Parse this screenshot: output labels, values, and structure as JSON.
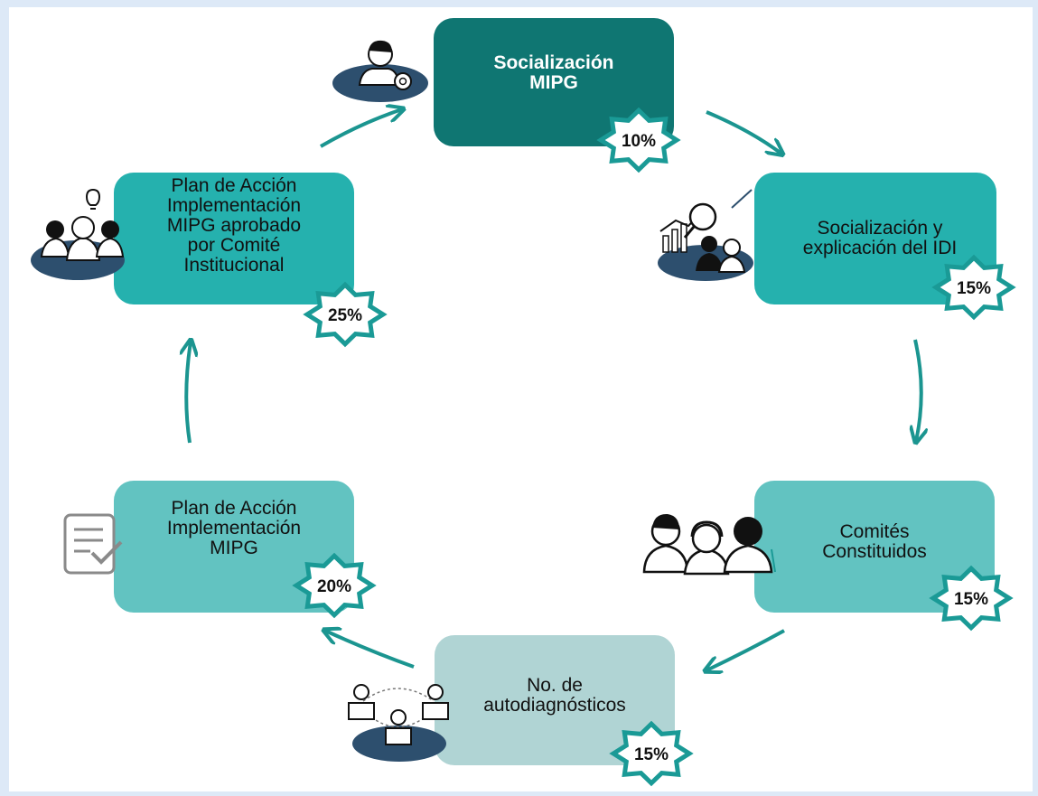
{
  "colors": {
    "dark": "#0f7672",
    "medium": "#25b1ae",
    "light": "#62c3c1",
    "pale": "#b0d4d4",
    "arrow": "#1b9590",
    "badge_stroke": "#1a9a96",
    "icon_dark": "#2d4f6e"
  },
  "steps": [
    {
      "label": "Socialización\nMIPG",
      "percent": "10%",
      "icon": "user-gear-icon"
    },
    {
      "label": "Socialización y\nexplicación del IDI",
      "percent": "15%",
      "icon": "chart-magnifier-people-icon"
    },
    {
      "label": "Comités\nConstituidos",
      "percent": "15%",
      "icon": "people-group-icon"
    },
    {
      "label": "No. de\nautodiagnósticos",
      "percent": "15%",
      "icon": "network-people-icon"
    },
    {
      "label": "Plan de Acción\nImplementación\nMIPG",
      "percent": "20%",
      "icon": "checklist-icon"
    },
    {
      "label": "Plan de Acción\nImplementación\nMIPG aprobado\npor Comité\nInstitucional",
      "percent": "25%",
      "icon": "team-idea-icon"
    }
  ]
}
